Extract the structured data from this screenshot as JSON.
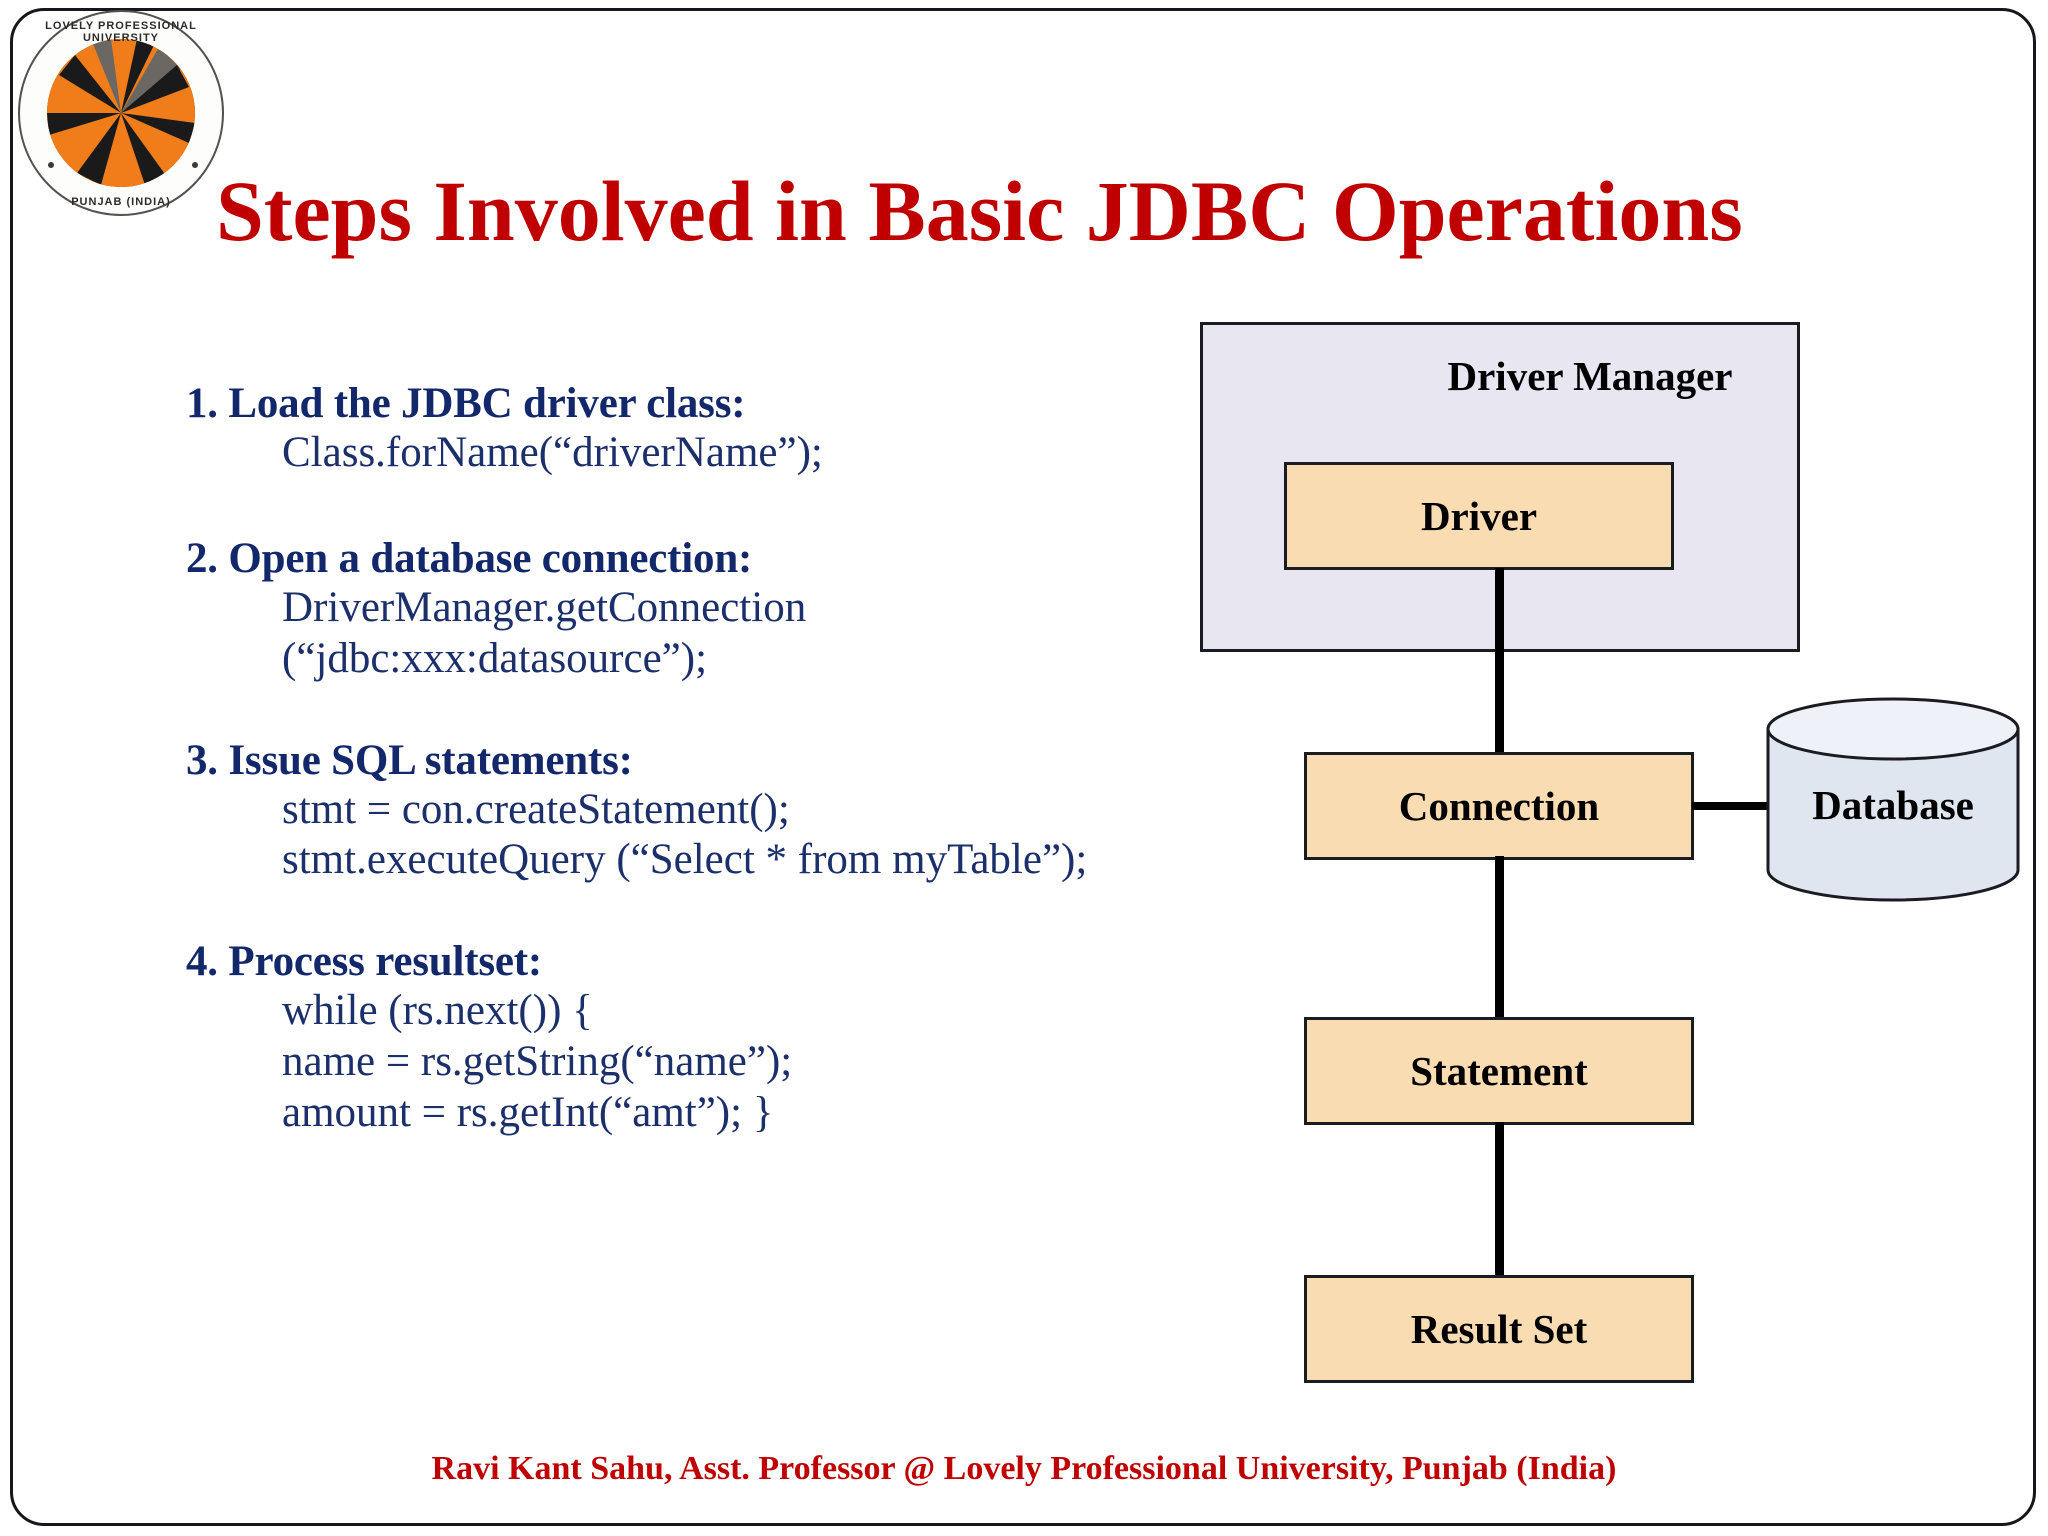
{
  "slide": {
    "title": "Steps Involved in Basic JDBC Operations",
    "title_color": "#c00000",
    "body_text_color": "#1b2f6b",
    "background": "#ffffff"
  },
  "logo": {
    "name": "lovely-professional-university-seal",
    "text_top": "LOVELY PROFESSIONAL UNIVERSITY",
    "text_bottom": "PUNJAB (INDIA)",
    "colors": {
      "orange": "#f07d1a",
      "black": "#1a1a1a",
      "gray": "#6b6763"
    }
  },
  "steps": [
    {
      "heading": "1. Load the JDBC driver class:",
      "code": [
        "Class.forName(“driverName”);"
      ]
    },
    {
      "heading": "2. Open a database connection:",
      "code": [
        "DriverManager.getConnection",
        "(“jdbc:xxx:datasource”);"
      ]
    },
    {
      "heading": "3. Issue SQL statements:",
      "code": [
        "stmt = con.createStatement();",
        "stmt.executeQuery (“Select * from myTable”);"
      ]
    },
    {
      "heading": "4. Process resultset:",
      "code": [
        "while (rs.next()) {",
        "name = rs.getString(“name”);",
        "amount = rs.getInt(“amt”); }"
      ]
    }
  ],
  "diagram": {
    "driver_manager_label": "Driver Manager",
    "driver_label": "Driver",
    "connection_label": "Connection",
    "statement_label": "Statement",
    "resultset_label": "Result Set",
    "database_label": "Database",
    "colors": {
      "driver_manager_fill": "#e7e6f1",
      "box_fill": "#fadcb3",
      "box_border": "#1b1b22",
      "database_fill": "#dfe6f0",
      "connector": "#000000"
    }
  },
  "footer": {
    "text": "Ravi Kant Sahu, Asst. Professor @ Lovely Professional University, Punjab (India)"
  }
}
